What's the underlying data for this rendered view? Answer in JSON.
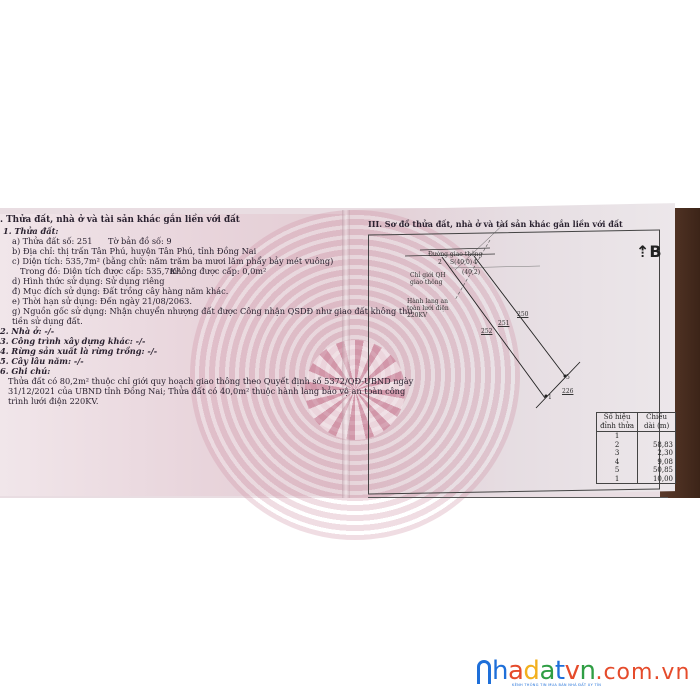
{
  "document": {
    "left_page": {
      "section_title": ". Thửa đất, nhà ở và tài sản khác gắn liền với đất",
      "parcel": {
        "heading": "1. Thửa đất:",
        "a": "a) Thửa đất số:  251",
        "a_map": "Tờ bản đồ số:   9",
        "b": "b) Địa chỉ: thị trấn Tân Phú, huyện Tân Phú, tỉnh Đồng Nai",
        "c": "c) Diện tích: 535,7m² (bằng chữ: năm trăm ba mươi lăm phẩy bảy mét vuông)",
        "c_detail": "Trong đó: Diện tích được cấp: 535,7m².",
        "c_not_granted": "Không được cấp: 0,0m²",
        "d1": "d) Hình thức sử dụng: Sử dụng riêng",
        "d2": "đ) Mục đích sử dụng: Đất trồng cây hàng năm khác.",
        "e": "e) Thời hạn sử dụng: Đến ngày 21/08/2063.",
        "g": "g) Nguồn gốc sử dụng: Nhận chuyển nhượng đất được Công nhận QSDĐ như giao đất không thu",
        "g_cont": "tiền sử dụng đất."
      },
      "house": "2. Nhà ở: -/-",
      "other_construction": "3. Công trình xây dựng khác:  -/-",
      "forest": "4. Rừng sản xuất là rừng trồng: -/-",
      "perennial": "5. Cây lâu năm: -/-",
      "notes_heading": "6. Ghi chú:",
      "notes": [
        "Thửa đất có 80,2m² thuộc chỉ giới quy hoạch giao thông theo Quyết định số 5372/QĐ-UBND ngày",
        "31/12/2021 của UBND tỉnh Đồng Nai; Thửa đất có 40,0m² thuộc hành lang bảo vệ an toàn công",
        "trình lưới điện 220KV."
      ]
    },
    "right_page": {
      "section_title": "III. Sơ đồ thửa đất, nhà ở và tài sản khác gắn liền với đất",
      "diagram": {
        "north_symbol": "north-arrow",
        "labels": {
          "road": "Đường giao thông",
          "area_road": "S(40,0)",
          "area_setback": "(40,2)",
          "planning_boundary": "Chỉ giới QH giao thông",
          "power_corridor": "Hành lang an toàn lưới điện 220KV",
          "parcel_main": "251",
          "parcel_n": "250",
          "parcel_w": "252",
          "parcel_s": "226"
        },
        "points": [
          "1",
          "2",
          "3",
          "4",
          "5"
        ]
      },
      "coord_table": {
        "headers": [
          "Số hiệu đỉnh thửa",
          "Chiều dài (m)"
        ],
        "rows": [
          {
            "point": "1",
            "length": ""
          },
          {
            "point": "2",
            "length": "58,83"
          },
          {
            "point": "3",
            "length": "2,30"
          },
          {
            "point": "4",
            "length": "9,08"
          },
          {
            "point": "5",
            "length": "50,85"
          },
          {
            "point": "1",
            "length": "10,00"
          }
        ]
      }
    }
  },
  "watermark": {
    "brand_letters": [
      "h",
      "a",
      "d",
      "a",
      "t",
      "v",
      "n"
    ],
    "domain": ".com.vn",
    "tagline": "KÊNH THÔNG TIN MUA BÁN NHÀ ĐẤT UY TÍN"
  }
}
